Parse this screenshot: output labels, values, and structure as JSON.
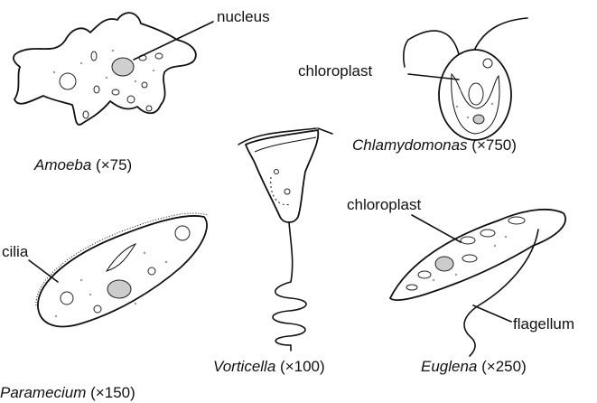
{
  "labels": {
    "nucleus": "nucleus",
    "chloroplast_chlamy": "chloroplast",
    "chloroplast_euglena": "chloroplast",
    "cilia": "cilia",
    "flagellum": "flagellum"
  },
  "captions": {
    "amoeba": {
      "name": "Amoeba",
      "mag": " (×75)"
    },
    "chlamydomonas": {
      "name": "Chlamydomonas",
      "mag": " (×750)"
    },
    "vorticella": {
      "name": "Vorticella",
      "mag": " (×100)"
    },
    "euglena": {
      "name": "Euglena",
      "mag": " (×250)"
    },
    "paramecium": {
      "name": "Paramecium",
      "mag": " (×150)"
    }
  }
}
